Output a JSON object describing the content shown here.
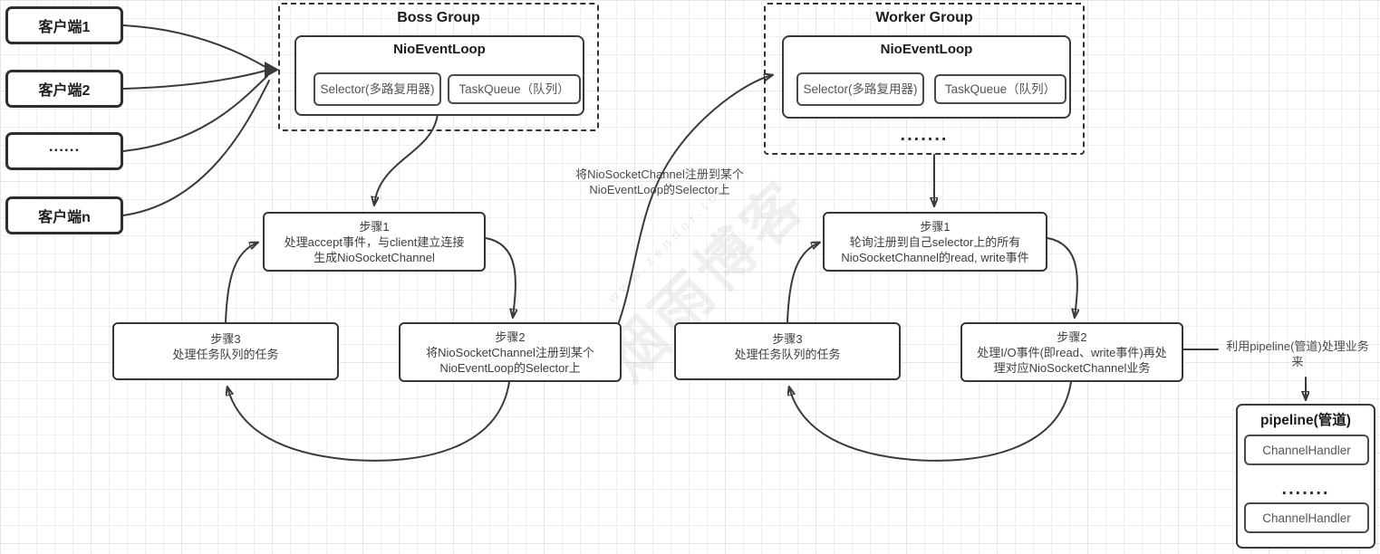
{
  "clients": [
    {
      "label": "客户端1"
    },
    {
      "label": "客户端2"
    },
    {
      "label": "......"
    },
    {
      "label": "客户端n"
    }
  ],
  "boss_group": {
    "title": "Boss Group",
    "event_loop": {
      "title": "NioEventLoop",
      "selector": "Selector(多路复用器)",
      "task_queue": "TaskQueue（队列）"
    }
  },
  "worker_group": {
    "title": "Worker Group",
    "event_loop": {
      "title": "NioEventLoop",
      "selector": "Selector(多路复用器)",
      "task_queue": "TaskQueue（队列）"
    },
    "ellipsis": "......."
  },
  "boss_cycle": {
    "step1": {
      "title": "步骤1",
      "lines": [
        "处理accept事件，与client建立连接",
        "生成NioSocketChannel"
      ]
    },
    "step2": {
      "title": "步骤2",
      "lines": [
        "将NioSocketChannel注册到某个",
        "NioEventLoop的Selector上"
      ]
    },
    "step3": {
      "title": "步骤3",
      "lines": [
        "处理任务队列的任务"
      ]
    }
  },
  "worker_cycle": {
    "step1": {
      "title": "步骤1",
      "lines": [
        "轮询注册到自己selector上的所有",
        "NioSocketChannel的read, write事件"
      ]
    },
    "step2": {
      "title": "步骤2",
      "lines": [
        "处理I/O事件(即read、write事件)再处",
        "理对应NioSocketChannel业务"
      ]
    },
    "step3": {
      "title": "步骤3",
      "lines": [
        "处理任务队列的任务"
      ]
    }
  },
  "annotations": {
    "register_note": {
      "lines": [
        "将NioSocketChannel注册到某个",
        "NioEventLoop的Selector上"
      ]
    },
    "pipeline_note": {
      "lines": [
        "利用pipeline(管道)处理业务",
        "来"
      ]
    }
  },
  "pipeline": {
    "title": "pipeline(管道)",
    "handlers": [
      "ChannelHandler",
      "ChannelHandler"
    ],
    "ellipsis": "......."
  },
  "watermark": {
    "text": "烟雨博客",
    "url": "www.zender.top"
  },
  "colors": {
    "line": "#3a3a3a",
    "border": "#333333",
    "background_grid": "#e6e6e6"
  }
}
